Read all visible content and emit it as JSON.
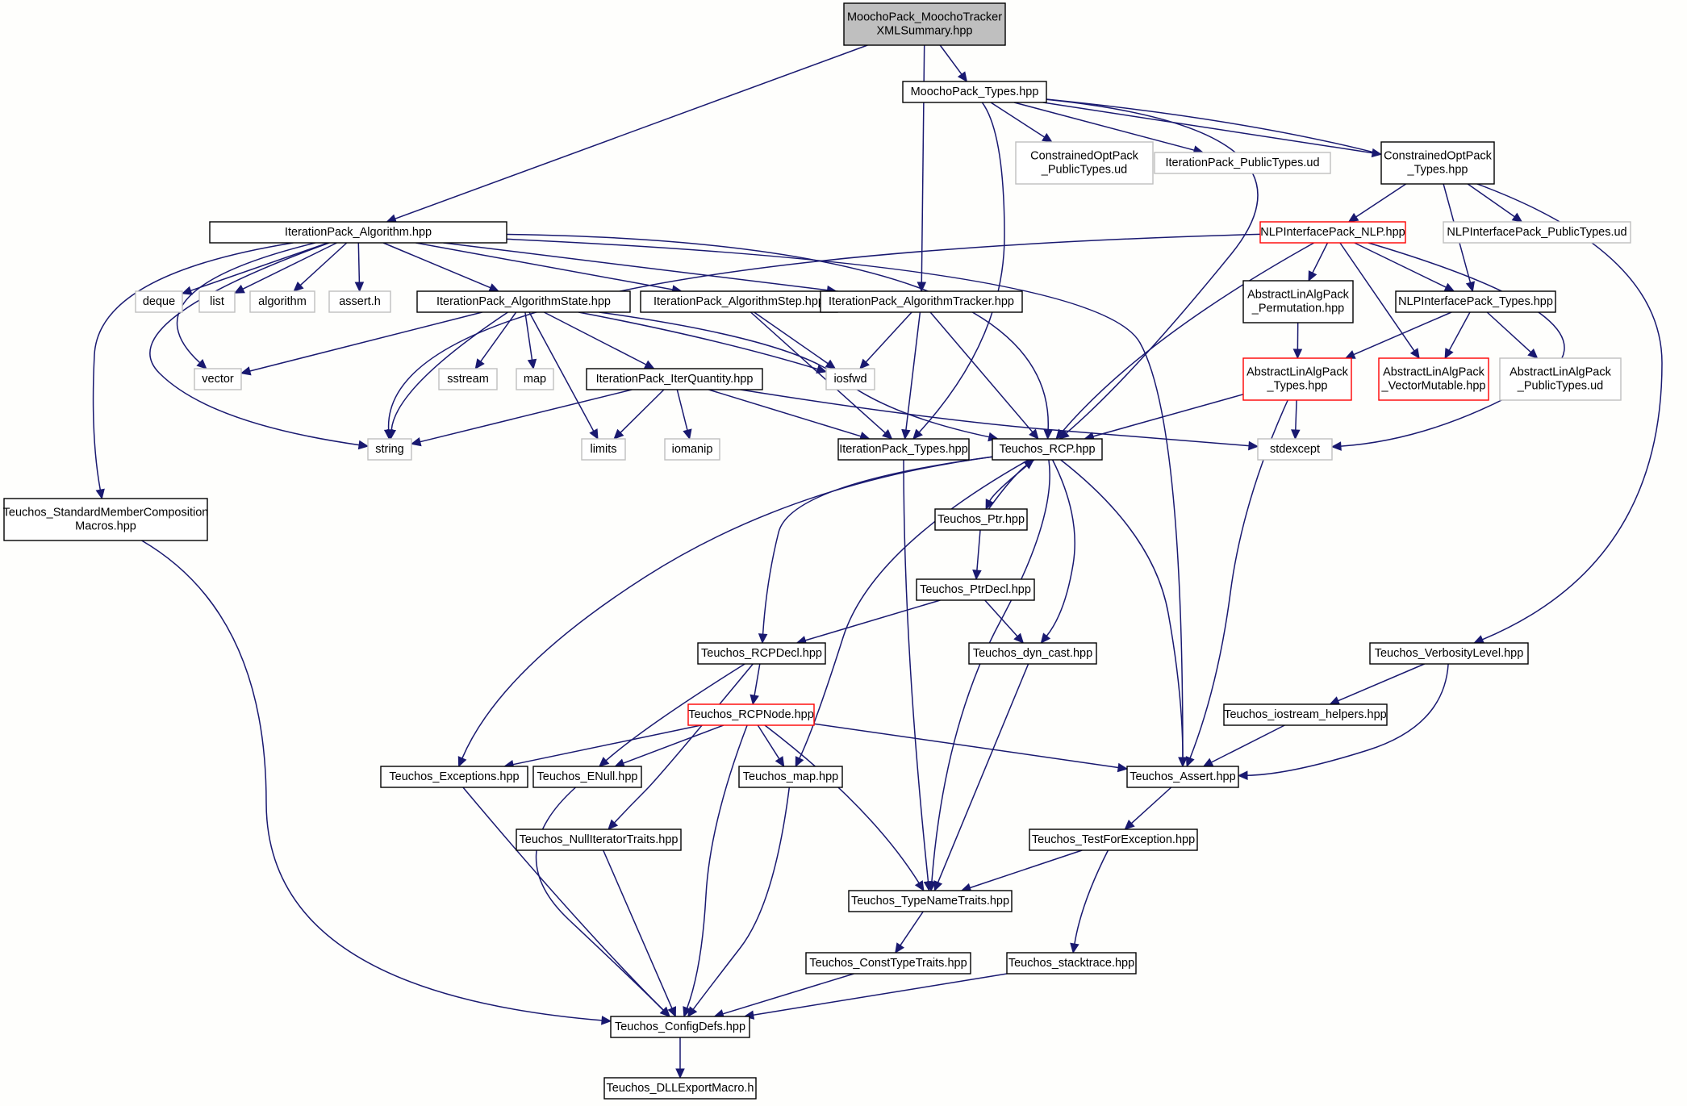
{
  "colors": {
    "edge": "#191970",
    "root_fill": "#bfbfbf",
    "fill": "#ffffff",
    "normal_border": "#000000",
    "external_border": "#bfbfbf",
    "truncated_border": "#ff0000"
  },
  "nodes": [
    {
      "id": "root",
      "lines": [
        "MoochoPack_MoochoTracker",
        "XMLSummary.hpp"
      ],
      "kind": "root"
    },
    {
      "id": "mp_types",
      "lines": [
        "MoochoPack_Types.hpp"
      ],
      "kind": "normal"
    },
    {
      "id": "cop_pub",
      "lines": [
        "ConstrainedOptPack",
        "_PublicTypes.ud"
      ],
      "kind": "external"
    },
    {
      "id": "ip_pub",
      "lines": [
        "IterationPack_PublicTypes.ud"
      ],
      "kind": "external"
    },
    {
      "id": "cop_types",
      "lines": [
        "ConstrainedOptPack",
        "_Types.hpp"
      ],
      "kind": "normal"
    },
    {
      "id": "nlp_pub",
      "lines": [
        "NLPInterfacePack_PublicTypes.ud"
      ],
      "kind": "external"
    },
    {
      "id": "ip_alg",
      "lines": [
        "IterationPack_Algorithm.hpp"
      ],
      "kind": "normal"
    },
    {
      "id": "nlp_nlp",
      "lines": [
        "NLPInterfacePack_NLP.hpp"
      ],
      "kind": "truncated"
    },
    {
      "id": "deque",
      "lines": [
        "deque"
      ],
      "kind": "external"
    },
    {
      "id": "list",
      "lines": [
        "list"
      ],
      "kind": "external"
    },
    {
      "id": "algorithm",
      "lines": [
        "algorithm"
      ],
      "kind": "external"
    },
    {
      "id": "assert_h",
      "lines": [
        "assert.h"
      ],
      "kind": "external"
    },
    {
      "id": "ip_state",
      "lines": [
        "IterationPack_AlgorithmState.hpp"
      ],
      "kind": "normal"
    },
    {
      "id": "ip_step",
      "lines": [
        "IterationPack_AlgorithmStep.hpp"
      ],
      "kind": "normal"
    },
    {
      "id": "ip_tracker",
      "lines": [
        "IterationPack_AlgorithmTracker.hpp"
      ],
      "kind": "normal"
    },
    {
      "id": "ala_perm",
      "lines": [
        "AbstractLinAlgPack",
        "_Permutation.hpp"
      ],
      "kind": "normal"
    },
    {
      "id": "nlp_types",
      "lines": [
        "NLPInterfacePack_Types.hpp"
      ],
      "kind": "normal"
    },
    {
      "id": "vector",
      "lines": [
        "vector"
      ],
      "kind": "external"
    },
    {
      "id": "sstream",
      "lines": [
        "sstream"
      ],
      "kind": "external"
    },
    {
      "id": "map",
      "lines": [
        "map"
      ],
      "kind": "external"
    },
    {
      "id": "iosfwd",
      "lines": [
        "iosfwd"
      ],
      "kind": "external"
    },
    {
      "id": "ala_types",
      "lines": [
        "AbstractLinAlgPack",
        "_Types.hpp"
      ],
      "kind": "truncated"
    },
    {
      "id": "ala_vecmut",
      "lines": [
        "AbstractLinAlgPack",
        "_VectorMutable.hpp"
      ],
      "kind": "truncated"
    },
    {
      "id": "ala_pub",
      "lines": [
        "AbstractLinAlgPack",
        "_PublicTypes.ud"
      ],
      "kind": "external"
    },
    {
      "id": "ip_iterq",
      "lines": [
        "IterationPack_IterQuantity.hpp"
      ],
      "kind": "normal"
    },
    {
      "id": "string",
      "lines": [
        "string"
      ],
      "kind": "external"
    },
    {
      "id": "limits",
      "lines": [
        "limits"
      ],
      "kind": "external"
    },
    {
      "id": "iomanip",
      "lines": [
        "iomanip"
      ],
      "kind": "external"
    },
    {
      "id": "ip_types",
      "lines": [
        "IterationPack_Types.hpp"
      ],
      "kind": "normal"
    },
    {
      "id": "t_rcp",
      "lines": [
        "Teuchos_RCP.hpp"
      ],
      "kind": "normal"
    },
    {
      "id": "stdexcept",
      "lines": [
        "stdexcept"
      ],
      "kind": "external"
    },
    {
      "id": "t_smc",
      "lines": [
        "Teuchos_StandardMemberComposition",
        "Macros.hpp"
      ],
      "kind": "normal"
    },
    {
      "id": "t_ptr",
      "lines": [
        "Teuchos_Ptr.hpp"
      ],
      "kind": "normal"
    },
    {
      "id": "t_ptrdecl",
      "lines": [
        "Teuchos_PtrDecl.hpp"
      ],
      "kind": "normal"
    },
    {
      "id": "t_verb",
      "lines": [
        "Teuchos_VerbosityLevel.hpp"
      ],
      "kind": "normal"
    },
    {
      "id": "t_rcpdecl",
      "lines": [
        "Teuchos_RCPDecl.hpp"
      ],
      "kind": "normal"
    },
    {
      "id": "t_dyncast",
      "lines": [
        "Teuchos_dyn_cast.hpp"
      ],
      "kind": "normal"
    },
    {
      "id": "t_iostream",
      "lines": [
        "Teuchos_iostream_helpers.hpp"
      ],
      "kind": "normal"
    },
    {
      "id": "t_rcpnode",
      "lines": [
        "Teuchos_RCPNode.hpp"
      ],
      "kind": "truncated"
    },
    {
      "id": "t_exc",
      "lines": [
        "Teuchos_Exceptions.hpp"
      ],
      "kind": "normal"
    },
    {
      "id": "t_enull",
      "lines": [
        "Teuchos_ENull.hpp"
      ],
      "kind": "normal"
    },
    {
      "id": "t_map",
      "lines": [
        "Teuchos_map.hpp"
      ],
      "kind": "normal"
    },
    {
      "id": "t_assert",
      "lines": [
        "Teuchos_Assert.hpp"
      ],
      "kind": "normal"
    },
    {
      "id": "t_nullit",
      "lines": [
        "Teuchos_NullIteratorTraits.hpp"
      ],
      "kind": "normal"
    },
    {
      "id": "t_testexc",
      "lines": [
        "Teuchos_TestForException.hpp"
      ],
      "kind": "normal"
    },
    {
      "id": "t_typename",
      "lines": [
        "Teuchos_TypeNameTraits.hpp"
      ],
      "kind": "normal"
    },
    {
      "id": "t_consttype",
      "lines": [
        "Teuchos_ConstTypeTraits.hpp"
      ],
      "kind": "normal"
    },
    {
      "id": "t_stack",
      "lines": [
        "Teuchos_stacktrace.hpp"
      ],
      "kind": "normal"
    },
    {
      "id": "t_config",
      "lines": [
        "Teuchos_ConfigDefs.hpp"
      ],
      "kind": "normal"
    },
    {
      "id": "t_dll",
      "lines": [
        "Teuchos_DLLExportMacro.h"
      ],
      "kind": "normal"
    }
  ],
  "edges": [
    [
      "root",
      "ip_alg"
    ],
    [
      "root",
      "ip_tracker"
    ],
    [
      "root",
      "mp_types"
    ],
    [
      "mp_types",
      "cop_pub"
    ],
    [
      "mp_types",
      "ip_pub"
    ],
    [
      "mp_types",
      "cop_types"
    ],
    [
      "mp_types",
      "t_rcp"
    ],
    [
      "mp_types",
      "ip_types"
    ],
    [
      "mp_types",
      "t_verb"
    ],
    [
      "cop_types",
      "nlp_nlp"
    ],
    [
      "cop_types",
      "nlp_pub"
    ],
    [
      "cop_types",
      "nlp_types"
    ],
    [
      "ip_alg",
      "deque"
    ],
    [
      "ip_alg",
      "list"
    ],
    [
      "ip_alg",
      "algorithm"
    ],
    [
      "ip_alg",
      "assert_h"
    ],
    [
      "ip_alg",
      "ip_state"
    ],
    [
      "ip_alg",
      "ip_step"
    ],
    [
      "ip_alg",
      "ip_tracker"
    ],
    [
      "ip_alg",
      "vector"
    ],
    [
      "ip_alg",
      "string"
    ],
    [
      "ip_alg",
      "t_smc"
    ],
    [
      "ip_alg",
      "t_rcp"
    ],
    [
      "ip_alg",
      "t_assert"
    ],
    [
      "nlp_nlp",
      "string"
    ],
    [
      "nlp_nlp",
      "ala_perm"
    ],
    [
      "nlp_nlp",
      "nlp_types"
    ],
    [
      "nlp_nlp",
      "ala_vecmut"
    ],
    [
      "nlp_nlp",
      "t_rcp"
    ],
    [
      "nlp_nlp",
      "stdexcept"
    ],
    [
      "ala_perm",
      "ala_types"
    ],
    [
      "nlp_types",
      "ala_types"
    ],
    [
      "nlp_types",
      "ala_vecmut"
    ],
    [
      "nlp_types",
      "ala_pub"
    ],
    [
      "ip_state",
      "vector"
    ],
    [
      "ip_state",
      "sstream"
    ],
    [
      "ip_state",
      "map"
    ],
    [
      "ip_state",
      "iosfwd"
    ],
    [
      "ip_state",
      "ip_iterq"
    ],
    [
      "ip_state",
      "string"
    ],
    [
      "ip_state",
      "limits"
    ],
    [
      "ip_state",
      "t_rcp"
    ],
    [
      "ip_step",
      "iosfwd"
    ],
    [
      "ip_step",
      "ip_types"
    ],
    [
      "ip_tracker",
      "iosfwd"
    ],
    [
      "ip_tracker",
      "ip_types"
    ],
    [
      "ip_tracker",
      "t_rcp"
    ],
    [
      "ala_types",
      "t_rcp"
    ],
    [
      "ala_types",
      "stdexcept"
    ],
    [
      "ala_types",
      "t_assert"
    ],
    [
      "ip_iterq",
      "string"
    ],
    [
      "ip_iterq",
      "limits"
    ],
    [
      "ip_iterq",
      "iomanip"
    ],
    [
      "ip_iterq",
      "ip_types"
    ],
    [
      "ip_iterq",
      "stdexcept"
    ],
    [
      "ip_types",
      "t_typename"
    ],
    [
      "t_rcp",
      "t_ptr"
    ],
    [
      "t_rcp",
      "t_rcpdecl"
    ],
    [
      "t_rcp",
      "t_dyncast"
    ],
    [
      "t_rcp",
      "t_exc"
    ],
    [
      "t_rcp",
      "t_map"
    ],
    [
      "t_rcp",
      "t_assert"
    ],
    [
      "t_rcp",
      "t_typename"
    ],
    [
      "t_ptr",
      "t_rcp"
    ],
    [
      "t_ptr",
      "t_ptrdecl"
    ],
    [
      "t_ptrdecl",
      "t_rcpdecl"
    ],
    [
      "t_ptrdecl",
      "t_dyncast"
    ],
    [
      "t_verb",
      "t_iostream"
    ],
    [
      "t_verb",
      "t_assert"
    ],
    [
      "t_iostream",
      "t_assert"
    ],
    [
      "t_rcpdecl",
      "t_rcpnode"
    ],
    [
      "t_rcpdecl",
      "t_enull"
    ],
    [
      "t_rcpdecl",
      "t_nullit"
    ],
    [
      "t_dyncast",
      "t_typename"
    ],
    [
      "t_rcpnode",
      "t_exc"
    ],
    [
      "t_rcpnode",
      "t_enull"
    ],
    [
      "t_rcpnode",
      "t_map"
    ],
    [
      "t_rcpnode",
      "t_assert"
    ],
    [
      "t_rcpnode",
      "t_typename"
    ],
    [
      "t_rcpnode",
      "t_config"
    ],
    [
      "t_exc",
      "t_config"
    ],
    [
      "t_enull",
      "t_config"
    ],
    [
      "t_map",
      "t_config"
    ],
    [
      "t_nullit",
      "t_config"
    ],
    [
      "t_assert",
      "t_testexc"
    ],
    [
      "t_testexc",
      "t_typename"
    ],
    [
      "t_testexc",
      "t_stack"
    ],
    [
      "t_typename",
      "t_consttype"
    ],
    [
      "t_consttype",
      "t_config"
    ],
    [
      "t_stack",
      "t_config"
    ],
    [
      "t_smc",
      "t_config"
    ],
    [
      "t_config",
      "t_dll"
    ]
  ]
}
